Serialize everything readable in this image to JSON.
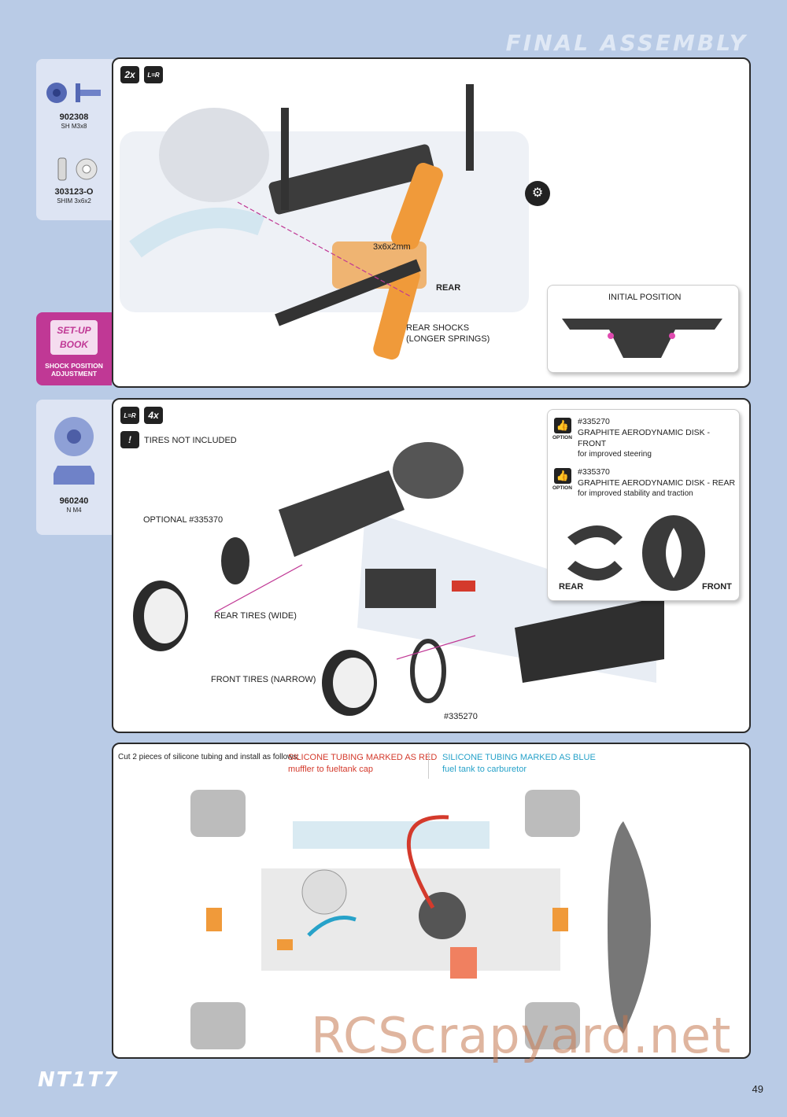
{
  "header": {
    "title": "FINAL ASSEMBLY"
  },
  "step1": {
    "parts": [
      {
        "code": "902308",
        "desc": "SH M3x8",
        "icon": "screw-icon"
      },
      {
        "code": "303123-O",
        "desc": "SHIM 3x6x2",
        "icon": "shim-icon"
      }
    ],
    "badge_qty": "2x",
    "badge_lr": "L=R",
    "shim_label": "3x6x2mm",
    "rear_label": "REAR",
    "shocks_label_1": "REAR SHOCKS",
    "shocks_label_2": "(LONGER SPRINGS)",
    "initial_position": "INITIAL POSITION",
    "setup_book_1": "SET-UP",
    "setup_book_2": "BOOK",
    "setup_caption_1": "SHOCK POSITION",
    "setup_caption_2": "ADJUSTMENT"
  },
  "step2": {
    "parts": [
      {
        "code": "960240",
        "desc": "N M4",
        "icon": "nut-icon"
      }
    ],
    "badge_lr": "L=R",
    "badge_qty": "4x",
    "warning": "TIRES NOT INCLUDED",
    "optional_label": "OPTIONAL #335370",
    "rear_tires": "REAR TIRES (WIDE)",
    "front_tires": "FRONT TIRES (NARROW)",
    "front_disk_code": "#335270",
    "options": [
      {
        "code": "#335270",
        "name": "GRAPHITE AERODYNAMIC DISK - FRONT",
        "note": "for improved steering",
        "tag": "OPTION"
      },
      {
        "code": "#335370",
        "name": "GRAPHITE AERODYNAMIC DISK - REAR",
        "note": "for improved stability and traction",
        "tag": "OPTION"
      }
    ],
    "rear_word": "REAR",
    "front_word": "FRONT"
  },
  "step3": {
    "instruction": "Cut 2 pieces of silicone tubing and install as follows:",
    "red_title": "SILICONE TUBING MARKED AS RED",
    "red_note": "muffler to fueltank cap",
    "blue_title": "SILICONE TUBING MARKED AS BLUE",
    "blue_note": "fuel tank to carburetor"
  },
  "footer": {
    "logo": "NT1T7",
    "page": "49",
    "watermark": "RCScrapyard.net"
  },
  "colors": {
    "background": "#b9cbe6",
    "accent_orange": "#f09a3a",
    "tube_red": "#d43a2c",
    "tube_blue": "#27a2c9",
    "setup_tab": "#c03895"
  }
}
